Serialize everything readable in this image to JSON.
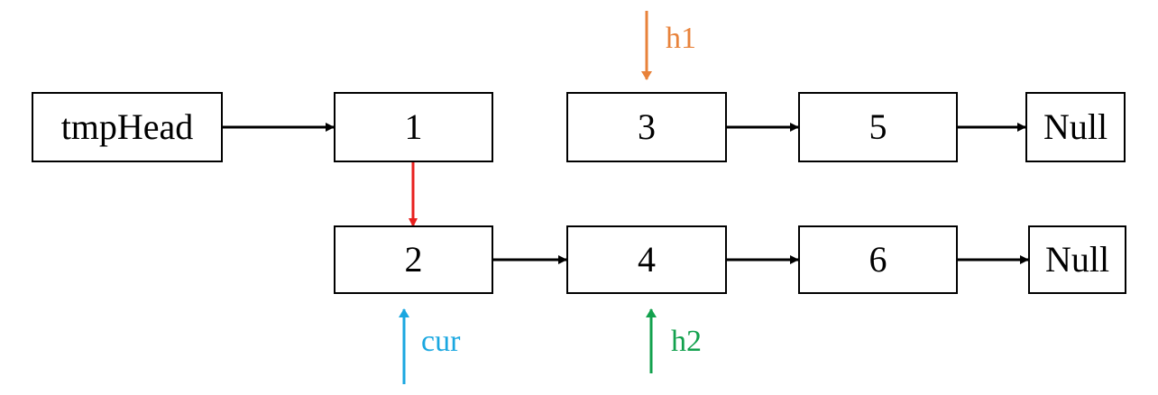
{
  "nodes": {
    "tmp_head": "tmpHead",
    "n1": "1",
    "n3": "3",
    "n5": "5",
    "null_top": "Null",
    "n2": "2",
    "n4": "4",
    "n6": "6",
    "null_bottom": "Null"
  },
  "pointers": {
    "h1": "h1",
    "cur": "cur",
    "h2": "h2"
  },
  "colors": {
    "link": "#000000",
    "moved_link": "#e8201e",
    "h1": "#e8823a",
    "cur": "#1aa7e0",
    "h2": "#12a14d"
  }
}
